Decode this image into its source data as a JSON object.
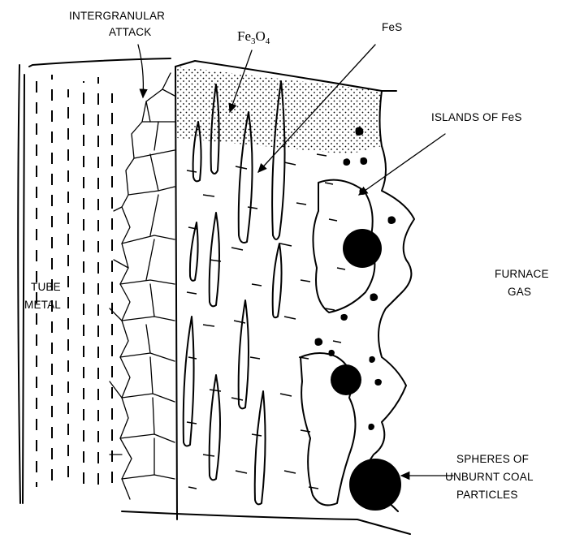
{
  "labels": {
    "intergranular_line1": "INTERGRANULAR",
    "intergranular_line2": "ATTACK",
    "fe3o4_base1": "Fe",
    "fe3o4_sub1": "3",
    "fe3o4_base2": "O",
    "fe3o4_sub2": "4",
    "fes": "FeS",
    "islands": "ISLANDS OF FeS",
    "furnace_line1": "FURNACE",
    "furnace_line2": "GAS",
    "tube_line1": "TUBE",
    "tube_line2": "METAL",
    "spheres_line1": "SPHERES OF",
    "spheres_line2": "UNBURNT COAL",
    "spheres_line3": "PARTICLES"
  }
}
